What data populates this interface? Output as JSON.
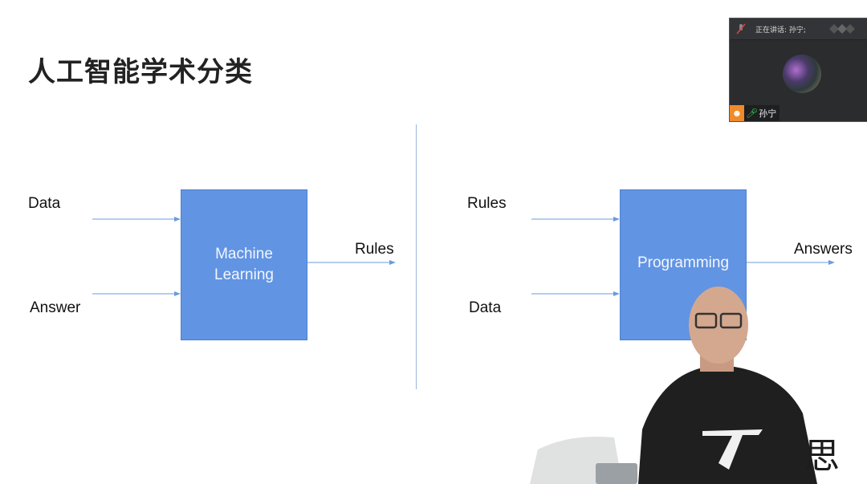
{
  "slide": {
    "title": "人工智能学术分类",
    "left_diagram": {
      "inputs": [
        "Data",
        "Answer"
      ],
      "box_label_line1": "Machine",
      "box_label_line2": "Learning",
      "output": "Rules"
    },
    "right_diagram": {
      "inputs": [
        "Rules",
        "Data"
      ],
      "box_label": "Programming",
      "output": "Answers"
    },
    "colors": {
      "box": "#6194e3",
      "arrow": "#6a9be0",
      "divider": "#9ab8de"
    }
  },
  "video_panel": {
    "speaking_text": "正在讲话: 孙宁;",
    "participant_name": "孙宁",
    "icons": {
      "mic_muted": "mic-off-icon",
      "mic_active": "mic-icon",
      "user": "user-icon"
    }
  },
  "watermark": "思"
}
